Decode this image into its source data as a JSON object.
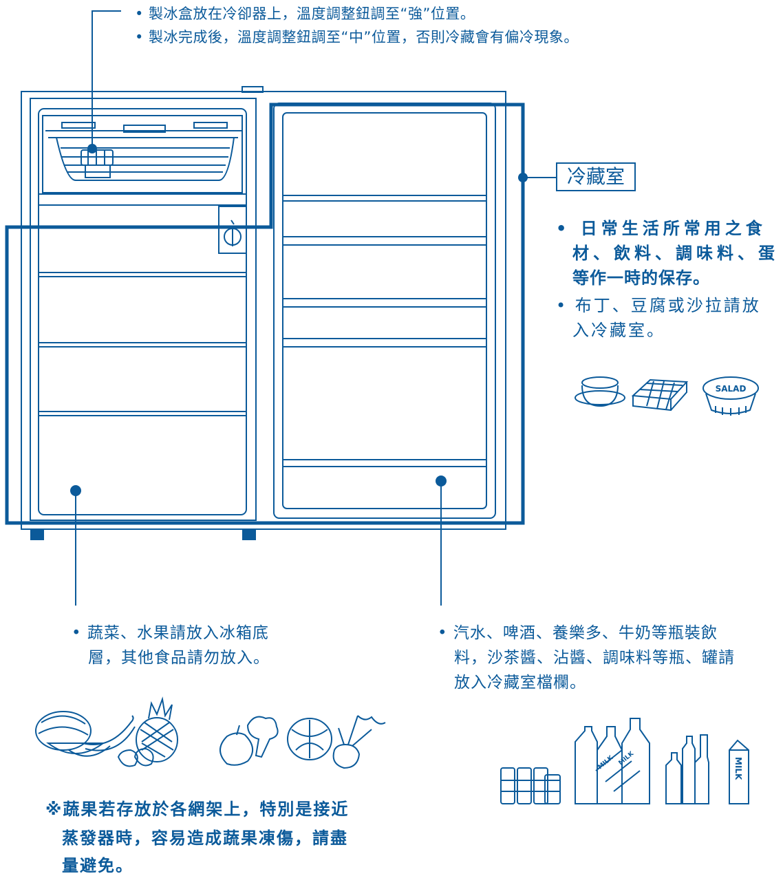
{
  "top_notes": [
    "• 製冰盒放在冷卻器上，溫度調整鈕調至“強”位置。",
    "• 製冰完成後，溫度調整鈕調至“中”位置，否則冷藏會有偏冷現象。"
  ],
  "chamber_label": "冷藏室",
  "right_notes": {
    "bold_lines": [
      "• 日常生活所常用之食",
      "材、飲料、調味料、蛋",
      "等作一時的保存。"
    ],
    "normal_lines": [
      "• 布丁、豆腐或沙拉請放",
      "入冷藏室。"
    ]
  },
  "salad_label": "SALAD",
  "bottom_left_lines": [
    "• 蔬菜、水果請放入冰箱底",
    "層，其他食品請勿放入。"
  ],
  "bottom_right_lines": [
    "• 汽水、啤酒、養樂多、牛奶等瓶裝飲",
    "料，沙茶醬、沾醬、調味料等瓶、罐請",
    "放入冷藏室檔欄。"
  ],
  "warning_lines": [
    "※蔬果若存放於各網架上，特別是接近",
    "蒸發器時，容易造成蔬果凍傷，請盡",
    "量避免。"
  ],
  "milk_label": "MILK",
  "colors": {
    "line": "#0b5a9a",
    "background": "#ffffff"
  }
}
